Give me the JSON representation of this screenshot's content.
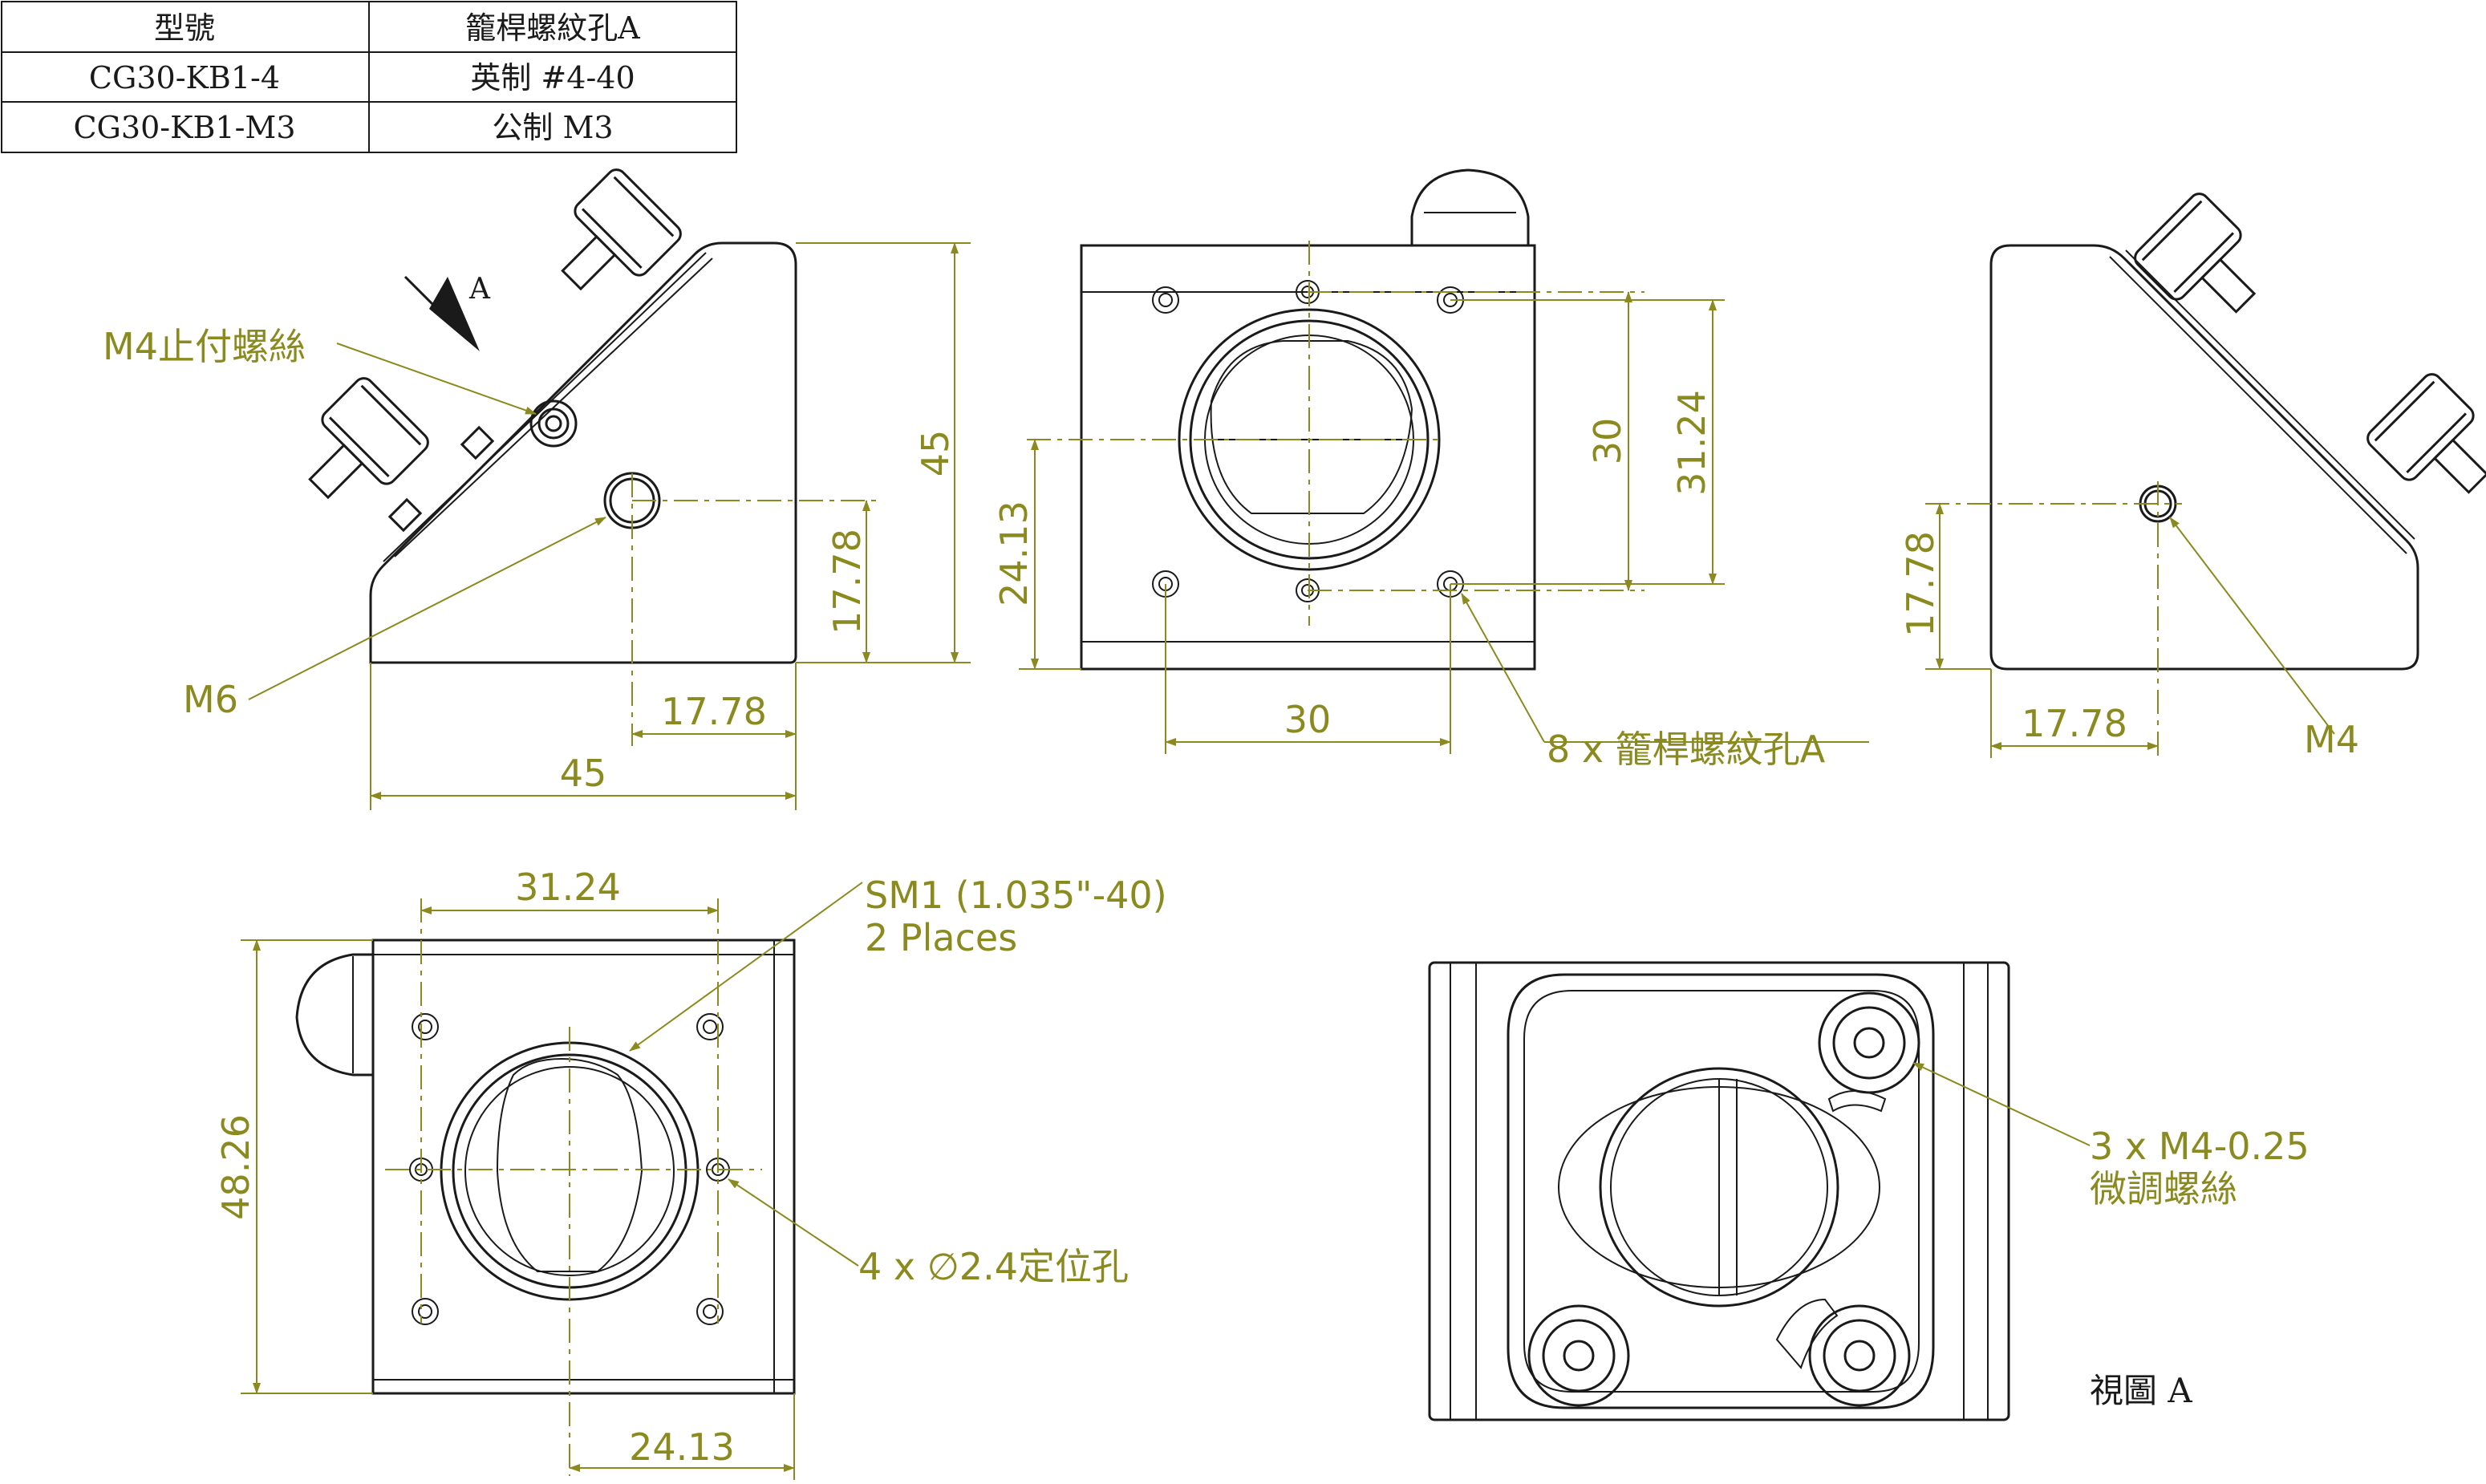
{
  "table": {
    "headers": [
      "型號",
      "籠桿螺紋孔A"
    ],
    "rows": [
      [
        "CG30-KB1-4",
        "英制 #4-40"
      ],
      [
        "CG30-KB1-M3",
        "公制 M3"
      ]
    ]
  },
  "side_view_left": {
    "arrow_label": "A",
    "setscrew_label": "M4止付螺絲",
    "hole_label": "M6",
    "dim_height": "45",
    "dim_hole_height": "17.78",
    "dim_hole_x": "17.78",
    "dim_width": "45"
  },
  "front_view": {
    "dim_30_v": "30",
    "dim_3124_v": "31.24",
    "dim_2413_v": "24.13",
    "dim_30_h": "30",
    "holes_label": "8 x 籠桿螺紋孔A"
  },
  "side_view_right": {
    "dim_hole_height": "17.78",
    "dim_hole_x": "17.78",
    "hole_label": "M4"
  },
  "bottom_view": {
    "dim_3124_h": "31.24",
    "thread_label_line1": "SM1 (1.035\"-40)",
    "thread_label_line2": "2 Places",
    "dim_4826_v": "48.26",
    "pins_label": "4 x ∅2.4定位孔",
    "dim_2413_h": "24.13"
  },
  "view_a": {
    "screws_label_line1": "3 x M4-0.25",
    "screws_label_line2": "微調螺絲",
    "caption": "視圖 A"
  },
  "colors": {
    "line": "#1a1a1a",
    "dimension": "#8a8a1e",
    "background": "#ffffff"
  }
}
